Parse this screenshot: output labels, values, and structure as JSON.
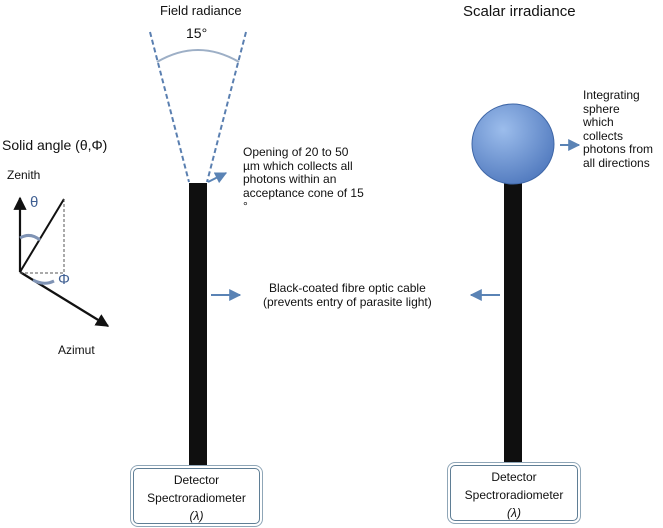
{
  "titles": {
    "field_radiance": "Field radiance",
    "scalar_irradiance": "Scalar irradiance"
  },
  "solid_angle": {
    "title": "Solid angle (θ,Φ)",
    "zenith": "Zenith",
    "azimuth": "Azimut",
    "theta": "θ",
    "phi": "Φ"
  },
  "cone": {
    "angle_label": "15°"
  },
  "annotations": {
    "opening": [
      "Opening of 20 to 50",
      "µm which collects all",
      "photons within an",
      "acceptance cone of 15",
      "°"
    ],
    "cable": [
      "Black-coated fibre optic cable",
      "(prevents entry of parasite light)"
    ],
    "sphere": [
      "Integrating",
      "sphere",
      "which",
      "collects",
      "photons from",
      "all directions"
    ]
  },
  "detectors": [
    {
      "line1": "Detector",
      "line2": "Spectroradiometer",
      "line3": "(λ)"
    },
    {
      "line1": "Detector",
      "line2": "Spectroradiometer",
      "line3": "(λ)"
    }
  ],
  "colors": {
    "cable": "#0f0f0f",
    "arrow": "#5a83b5",
    "cone_dash": "#5a7fb0",
    "sphere_light": "#8fb3e6",
    "sphere_dark": "#4f78bd",
    "arc": "#9dafc6",
    "axis": "#111111"
  }
}
